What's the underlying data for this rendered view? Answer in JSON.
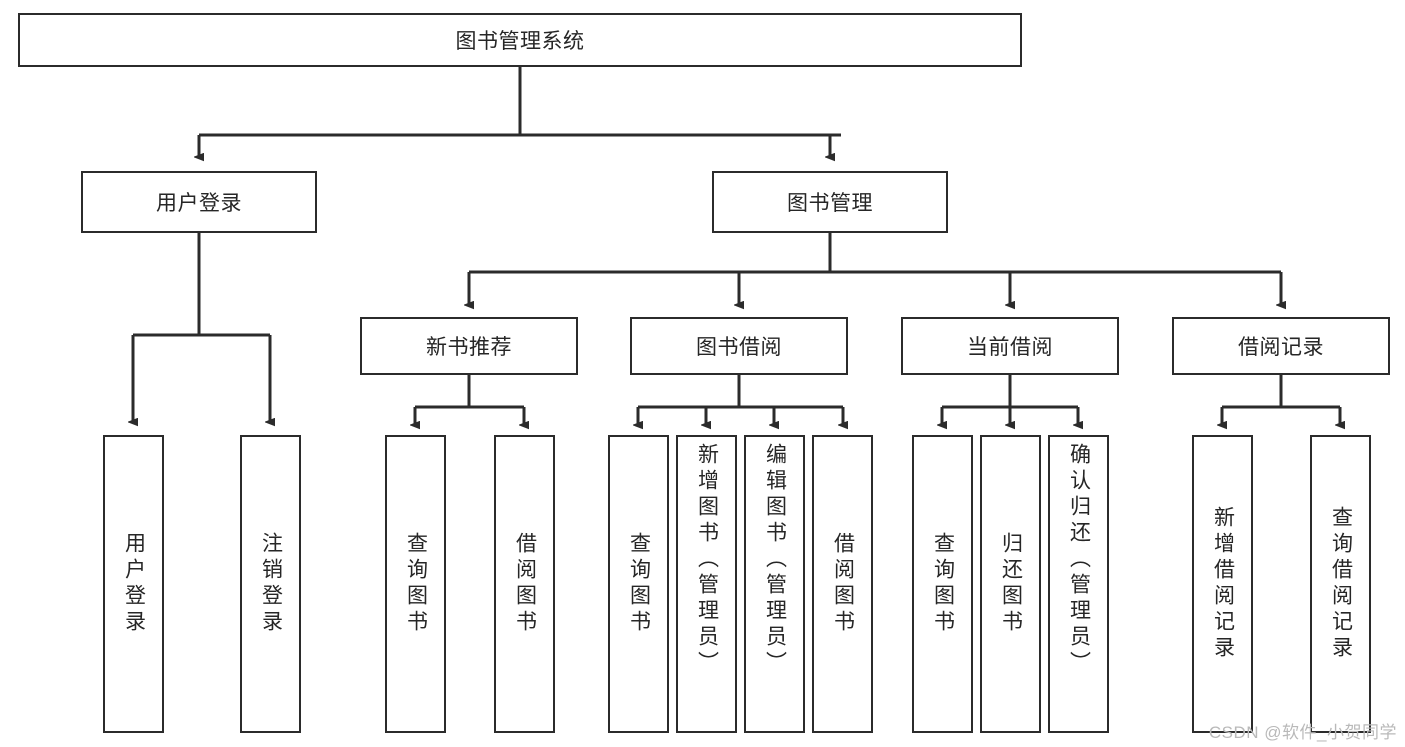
{
  "diagram": {
    "type": "tree",
    "title": "图书管理系统",
    "background": "#ffffff",
    "line_color": "#2b2b2b",
    "text_color": "#262626",
    "root": {
      "id": "root",
      "label": "图书管理系统"
    },
    "level2": [
      {
        "id": "user-login",
        "label": "用户登录"
      },
      {
        "id": "book-manage",
        "label": "图书管理"
      }
    ],
    "level3": [
      {
        "id": "new-book-rec",
        "label": "新书推荐",
        "parent": "book-manage"
      },
      {
        "id": "book-borrow",
        "label": "图书借阅",
        "parent": "book-manage"
      },
      {
        "id": "current-borrow",
        "label": "当前借阅",
        "parent": "book-manage"
      },
      {
        "id": "borrow-record",
        "label": "借阅记录",
        "parent": "book-manage"
      }
    ],
    "leaves": {
      "user-login": [
        {
          "id": "leaf-user-login",
          "label": "用户登录"
        },
        {
          "id": "leaf-logout",
          "label": "注销登录"
        }
      ],
      "new-book-rec": [
        {
          "id": "leaf-query-book-1",
          "label": "查询图书"
        },
        {
          "id": "leaf-borrow-book-1",
          "label": "借阅图书"
        }
      ],
      "book-borrow": [
        {
          "id": "leaf-query-book-2",
          "label": "查询图书"
        },
        {
          "id": "leaf-add-book",
          "label": "新增图书（管理员）"
        },
        {
          "id": "leaf-edit-book",
          "label": "编辑图书（管理员）"
        },
        {
          "id": "leaf-borrow-book-2",
          "label": "借阅图书"
        }
      ],
      "current-borrow": [
        {
          "id": "leaf-query-book-3",
          "label": "查询图书"
        },
        {
          "id": "leaf-return-book",
          "label": "归还图书"
        },
        {
          "id": "leaf-confirm-return",
          "label": "确认归还（管理员）"
        }
      ],
      "borrow-record": [
        {
          "id": "leaf-add-record",
          "label": "新增借阅记录"
        },
        {
          "id": "leaf-query-record",
          "label": "查询借阅记录"
        }
      ]
    }
  },
  "watermark": {
    "text": "CSDN @软件_小贺同学"
  }
}
